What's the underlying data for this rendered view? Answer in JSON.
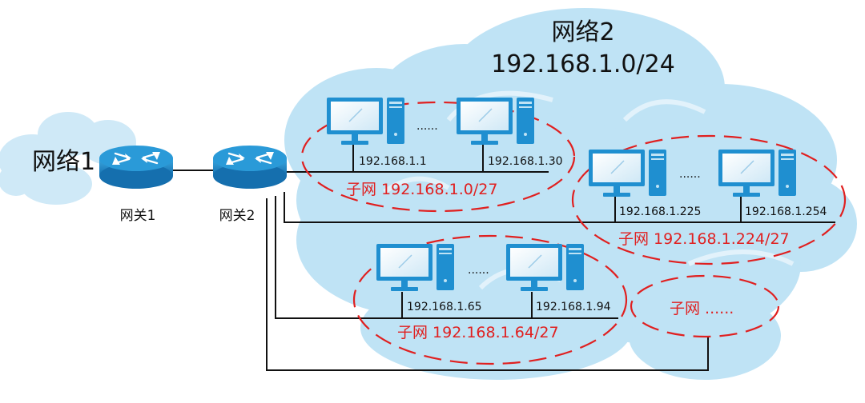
{
  "network1": {
    "label": "网络1"
  },
  "network2": {
    "label": "网络2",
    "cidr": "192.168.1.0/24"
  },
  "gateways": [
    {
      "label": "网关1"
    },
    {
      "label": "网关2"
    }
  ],
  "subnets": [
    {
      "label": "子网 192.168.1.0/27",
      "host_first": "192.168.1.1",
      "host_last": "192.168.1.30",
      "ellipsis": "......"
    },
    {
      "label": "子网 192.168.1.224/27",
      "host_first": "192.168.1.225",
      "host_last": "192.168.1.254",
      "ellipsis": "......"
    },
    {
      "label": "子网 192.168.1.64/27",
      "host_first": "192.168.1.65",
      "host_last": "192.168.1.94",
      "ellipsis": "......"
    },
    {
      "label": "子网 ......"
    }
  ],
  "colors": {
    "cloud_light": "#cfe9f7",
    "cloud_main": "#bfe3f5",
    "router": "#1f8fd0",
    "link": "#111111",
    "subnet_border": "#e02020",
    "subnet_text": "#e02020",
    "monitor_blue": "#1f8fd0"
  }
}
